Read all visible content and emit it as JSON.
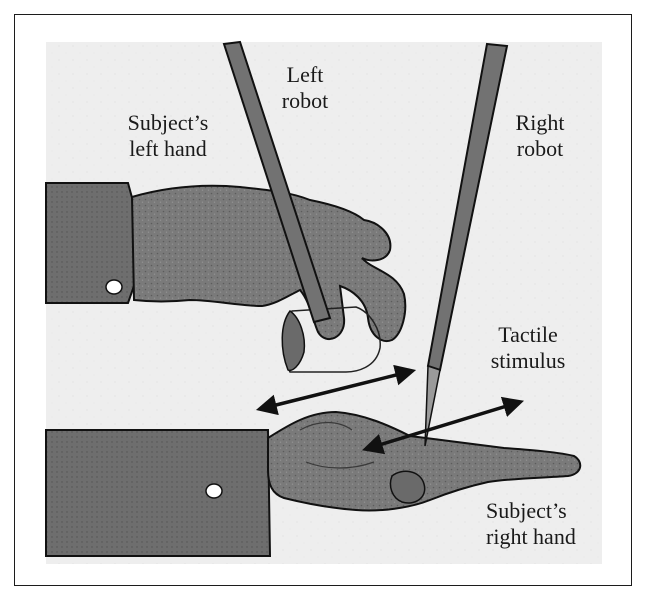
{
  "labels": {
    "left_robot": "Left\nrobot",
    "subject_left_hand": "Subject’s\nleft hand",
    "right_robot": "Right\nrobot",
    "tactile_stimulus": "Tactile\nstimulus",
    "subject_right_hand": "Subject’s\nright hand"
  },
  "colors": {
    "background": "#ffffff",
    "panel_fill": "#eeeeee",
    "sleeve_fill": "#6e6e6e",
    "hand_fill": "#7a7a7a",
    "robot_fill": "#727272",
    "outline": "#111111"
  }
}
